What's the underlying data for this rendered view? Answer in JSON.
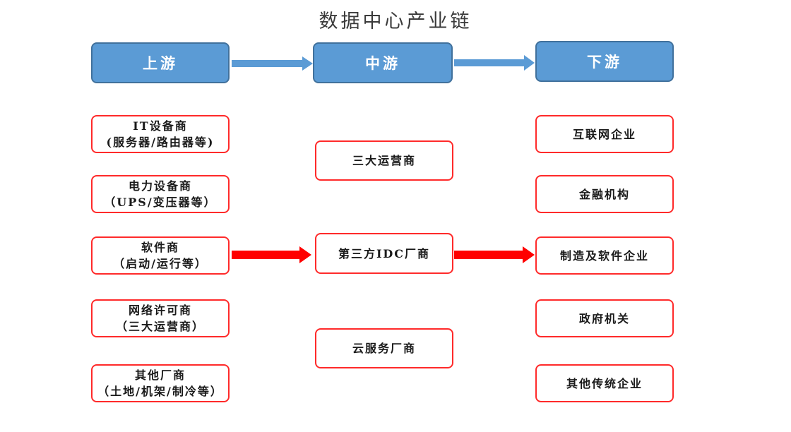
{
  "title": "数据中心产业链",
  "stages": {
    "upstream": "上游",
    "midstream": "中游",
    "downstream": "下游"
  },
  "upstream": [
    {
      "line1": "IT设备商",
      "line2": "(服务器/路由器等)"
    },
    {
      "line1": "电力设备商",
      "line2": "（UPS/变压器等）"
    },
    {
      "line1": "软件商",
      "line2": "（启动/运行等）"
    },
    {
      "line1": "网络许可商",
      "line2": "（三大运营商）"
    },
    {
      "line1": "其他厂商",
      "line2": "（土地/机架/制冷等）"
    }
  ],
  "midstream": [
    {
      "line1": "三大运营商"
    },
    {
      "line1": "第三方IDC厂商"
    },
    {
      "line1": "云服务厂商"
    }
  ],
  "downstream": [
    {
      "line1": "互联网企业"
    },
    {
      "line1": "金融机构"
    },
    {
      "line1": "制造及软件企业"
    },
    {
      "line1": "政府机关"
    },
    {
      "line1": "其他传统企业"
    }
  ],
  "colors": {
    "stage_fill": "#5b9bd5",
    "stage_border": "#41719c",
    "node_border": "#ff2a2a",
    "blue_arrow": "#5b9bd5",
    "red_arrow": "#ff0000"
  }
}
